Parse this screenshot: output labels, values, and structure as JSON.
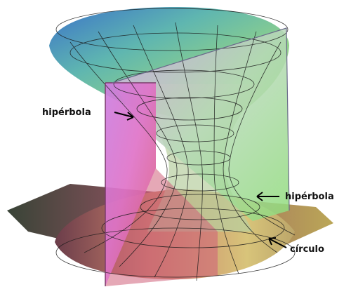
{
  "labels": {
    "left_hyperbola": "hipérbola",
    "right_hyperbola": "hipérbola",
    "circle": "círculo"
  },
  "icons": {
    "arrow_left": "arrow-right-icon",
    "arrow_right": "arrow-left-icon",
    "arrow_circle": "arrow-left-icon"
  }
}
